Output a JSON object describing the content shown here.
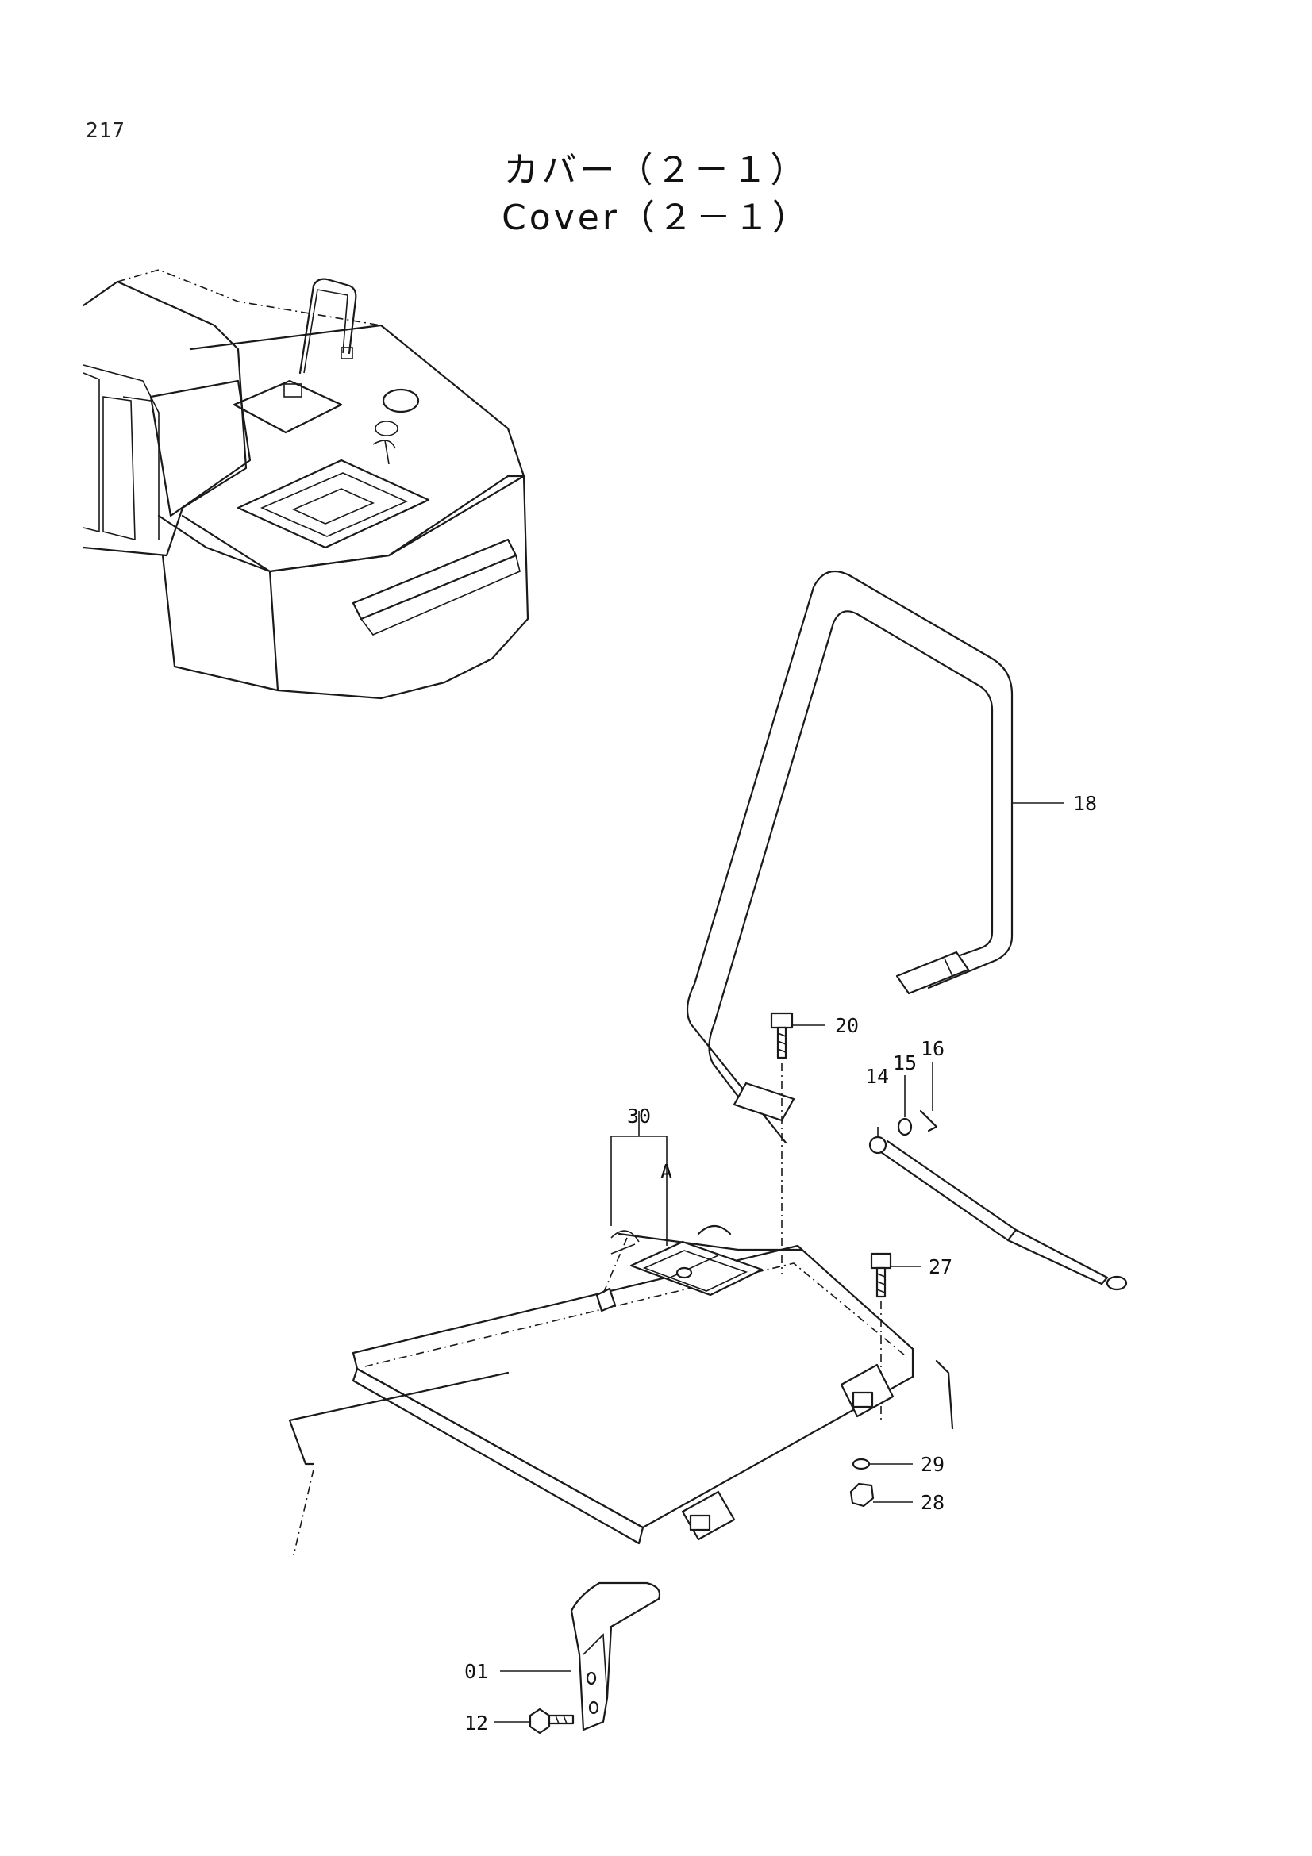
{
  "page_number": "217",
  "title_jp": "カバー（２－１）",
  "title_en": "Cover（２－１）",
  "callouts": {
    "c18": "18",
    "c20": "20",
    "c16": "16",
    "c15": "15",
    "c14": "14",
    "c30": "30",
    "cA": "A",
    "c27": "27",
    "c29": "29",
    "c28": "28",
    "c01": "01",
    "c12": "12"
  }
}
